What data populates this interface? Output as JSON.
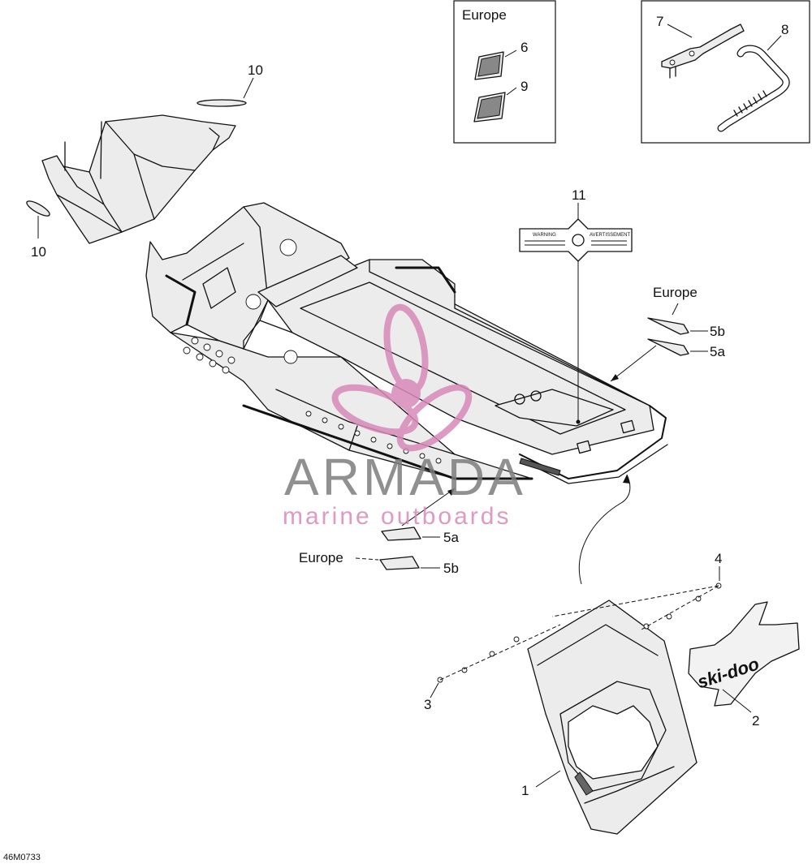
{
  "diagram_code": "46M0733",
  "watermark": {
    "brand": "ARMADA",
    "tagline": "marine outboards",
    "accent_color": "#d889b8",
    "brand_color": "#7d7d7d"
  },
  "inset_europe_label": "Europe",
  "europe_right_label": "Europe",
  "europe_left_label": "Europe",
  "callouts": {
    "c1": "1",
    "c2": "2",
    "c3": "3",
    "c4": "4",
    "c5a_right": "5a",
    "c5b_right": "5b",
    "c5a_left": "5a",
    "c5b_left": "5b",
    "c6": "6",
    "c7": "7",
    "c8": "8",
    "c9": "9",
    "c10_top": "10",
    "c10_left": "10",
    "c11": "11"
  },
  "decal": {
    "left_heading": "WARNING",
    "right_heading": "AVERTISSEMENT"
  },
  "flap_logo": "ski-doo"
}
